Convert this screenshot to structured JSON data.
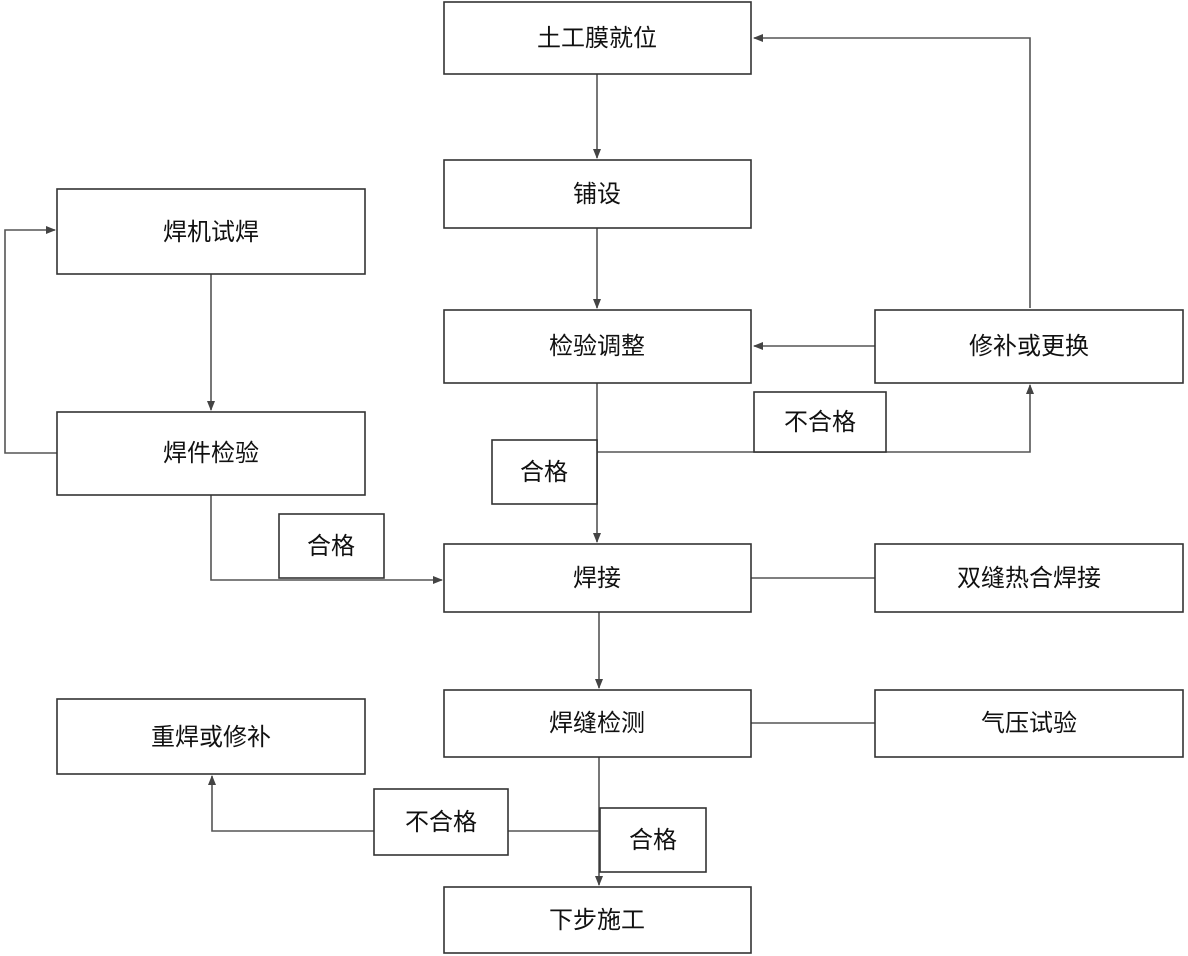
{
  "flowchart": {
    "nodes": {
      "geomembrane_placement": "土工膜就位",
      "laying": "铺设",
      "inspect_adjust": "检验调整",
      "repair_replace": "修补或更换",
      "welder_trial": "焊机试焊",
      "weld_piece_inspect": "焊件检验",
      "welding": "焊接",
      "double_seam_welding": "双缝热合焊接",
      "seam_inspection": "焊缝检测",
      "air_pressure_test": "气压试验",
      "reweld_repair": "重焊或修补",
      "next_step": "下步施工"
    },
    "labels": {
      "unqualified_1": "不合格",
      "qualified_1": "合格",
      "qualified_2": "合格",
      "unqualified_2": "不合格",
      "qualified_3": "合格"
    }
  }
}
